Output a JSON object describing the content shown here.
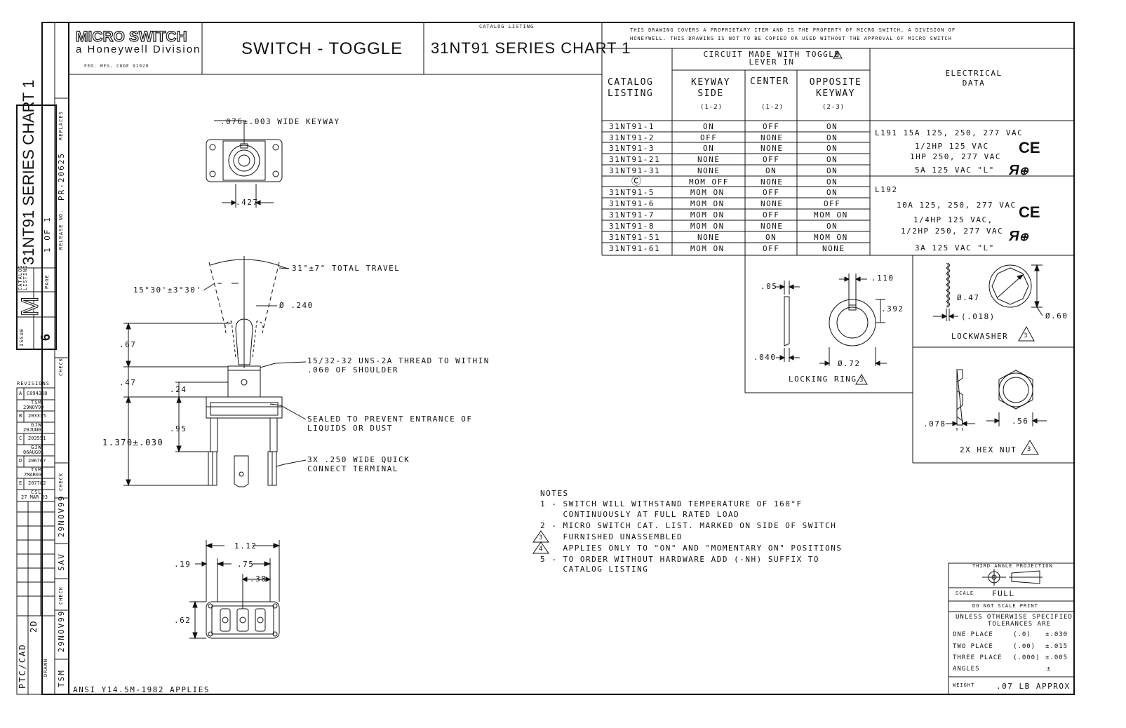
{
  "title_block": {
    "logo_line1": "MICRO SWITCH",
    "logo_line2": "a Honeywell Division",
    "fed_code": "FED. MFG. CODE 91929",
    "part_name": "SWITCH - TOGGLE",
    "catalog_listing_label": "CATALOG LISTING",
    "catalog_listing": "31NT91 SERIES CHART 1",
    "proprietary_line1": "THIS DRAWING COVERS A PROPRIETARY ITEM AND IS THE PROPERTY OF MICRO SWITCH, A DIVISION OF",
    "proprietary_line2": "HONEYWELL. THIS DRAWING IS NOT TO BE COPIED OR USED WITHOUT THE APPROVAL OF MICRO SWITCH"
  },
  "side_block": {
    "catalog_listing_label": "CATALOG LISTING",
    "catalog_listing": "31NT91 SERIES CHART 1",
    "page_label": "PAGE",
    "page": "1 OF 1",
    "release_label": "RELEASE NO.",
    "release_no": "PR-20625",
    "replaces_label": "REPLACES",
    "issue_label": "ISSUE",
    "issue": "6",
    "logo_letter": "M",
    "check_label": "CHECK",
    "revisions_label": "REVISIONS",
    "revisions": [
      {
        "rev": "A",
        "no": "C094360",
        "by": "TSM",
        "date": "29NOV99"
      },
      {
        "rev": "B",
        "no": "203335",
        "by": "GJW",
        "date": "20JUN01"
      },
      {
        "rev": "C",
        "no": "203551",
        "by": "GJW",
        "date": "06AUG01"
      },
      {
        "rev": "D",
        "no": "206707",
        "by": "TSM",
        "date": "7MAR03"
      },
      {
        "rev": "E",
        "no": "207782",
        "by": "CSL",
        "date": "27 MAR 03"
      }
    ],
    "date1": "29NOV99",
    "sav": "SAV",
    "check2": "CHECK",
    "date2": "29NOV99",
    "drawn_label": "DRAWN",
    "drawn_by": "TSM",
    "ptc": "PTC/CAD",
    "twod": "2D"
  },
  "table": {
    "header_group": "CIRCUIT MADE WITH TOGGLE LEVER IN",
    "header_note": "4",
    "col_catalog": "CATALOG LISTING",
    "col_keyway": "KEYWAY SIDE",
    "col_keyway_sub": "(1-2)",
    "col_center": "CENTER",
    "col_center_sub": "(1-2)",
    "col_opposite": "OPPOSITE KEYWAY",
    "col_opposite_sub": "(2-3)",
    "col_electrical": "ELECTRICAL DATA",
    "rows": [
      {
        "cat": "31NT91-1",
        "keyway": "ON",
        "center": "OFF",
        "opposite": "ON"
      },
      {
        "cat": "31NT91-2",
        "keyway": "OFF",
        "center": "NONE",
        "opposite": "ON"
      },
      {
        "cat": "31NT91-3",
        "keyway": "ON",
        "center": "NONE",
        "opposite": "ON"
      },
      {
        "cat": "31NT91-21",
        "keyway": "NONE",
        "center": "OFF",
        "opposite": "ON"
      },
      {
        "cat": "31NT91-31",
        "keyway": "NONE",
        "center": "ON",
        "opposite": "ON"
      },
      {
        "cat": "Ⓒ",
        "keyway": "MOM OFF",
        "center": "NONE",
        "opposite": "ON"
      },
      {
        "cat": "31NT91-5",
        "keyway": "MOM ON",
        "center": "OFF",
        "opposite": "ON"
      },
      {
        "cat": "31NT91-6",
        "keyway": "MOM ON",
        "center": "NONE",
        "opposite": "OFF"
      },
      {
        "cat": "31NT91-7",
        "keyway": "MOM ON",
        "center": "OFF",
        "opposite": "MOM ON"
      },
      {
        "cat": "31NT91-8",
        "keyway": "MOM ON",
        "center": "NONE",
        "opposite": "ON"
      },
      {
        "cat": "31NT91-51",
        "keyway": "NONE",
        "center": "ON",
        "opposite": "MOM ON"
      },
      {
        "cat": "31NT91-61",
        "keyway": "MOM ON",
        "center": "OFF",
        "opposite": "NONE"
      }
    ],
    "elec1": [
      "L191  15A 125, 250, 277 VAC",
      "1/2HP 125 VAC",
      "1HP 250, 277 VAC",
      "5A 125 VAC \"L\""
    ],
    "elec2": [
      "L192",
      "10A 125, 250, 277 VAC",
      "1/4HP 125 VAC,",
      "1/2HP 250, 277 VAC",
      "3A 125 VAC \"L\""
    ],
    "ce": "CE"
  },
  "drawing": {
    "keyway": ".076±.003 WIDE KEYWAY",
    "dim_427": ".427",
    "travel": "31°±7° TOTAL TRAVEL",
    "angle": "15°30'±3°30'",
    "dia240": "Ø .240",
    "d67": ".67",
    "d47": ".47",
    "d24": ".24",
    "d95": ".95",
    "d1370": "1.370±.030",
    "thread1": "15/32-32 UNS-2A THREAD TO WITHIN",
    "thread2": ".060 OF SHOULDER",
    "sealed1": "SEALED TO PREVENT ENTRANCE OF",
    "sealed2": "LIQUIDS OR DUST",
    "term1": "3X .250 WIDE QUICK",
    "term2": "CONNECT TERMINAL",
    "d112": "1.12",
    "d19": ".19",
    "d75": ".75",
    "d38": ".38",
    "d62": ".62",
    "ring_05": ".05",
    "ring_110": ".110",
    "ring_392": ".392",
    "ring_040": ".040",
    "ring_72": "Ø.72",
    "ring_label": "LOCKING RING",
    "lw_47": "Ø.47",
    "lw_018": "(.018)",
    "lw_60": "Ø.60",
    "lw_label": "LOCKWASHER",
    "nut_078": ".078",
    "nut_56": ".56",
    "nut_label": "2X HEX NUT",
    "note3": "3"
  },
  "notes": {
    "title": "NOTES",
    "lines": [
      "1 - SWITCH WILL WITHSTAND TEMPERATURE OF 160°F",
      "    CONTINUOUSLY AT FULL RATED LOAD",
      "2 - MICRO SWITCH CAT. LIST. MARKED ON SIDE OF SWITCH",
      "    FURNISHED UNASSEMBLED",
      "    APPLIES ONLY TO \"ON\" AND \"MOMENTARY ON\" POSITIONS",
      "5 - TO ORDER WITHOUT HARDWARE ADD (-NH) SUFFIX TO",
      "    CATALOG LISTING"
    ],
    "tri3": "3",
    "tri4": "4"
  },
  "projection": {
    "title": "THIRD ANGLE PROJECTION",
    "scale_label": "SCALE",
    "scale": "FULL",
    "dnsp": "DO NOT SCALE PRINT",
    "tol1": "UNLESS OTHERWISE SPECIFIED",
    "tol2": "TOLERANCES ARE",
    "one": "ONE PLACE",
    "one_v": "(.0)",
    "one_t": "±.030",
    "two": "TWO PLACE",
    "two_v": "(.00)",
    "two_t": "±.015",
    "three": "THREE PLACE",
    "three_v": "(.000)",
    "three_t": "±.005",
    "angles": "ANGLES",
    "angles_t": "±",
    "weight_label": "WEIGHT",
    "weight": ".07 LB APPROX"
  },
  "ansi": "ANSI Y14.5M-1982 APPLIES"
}
